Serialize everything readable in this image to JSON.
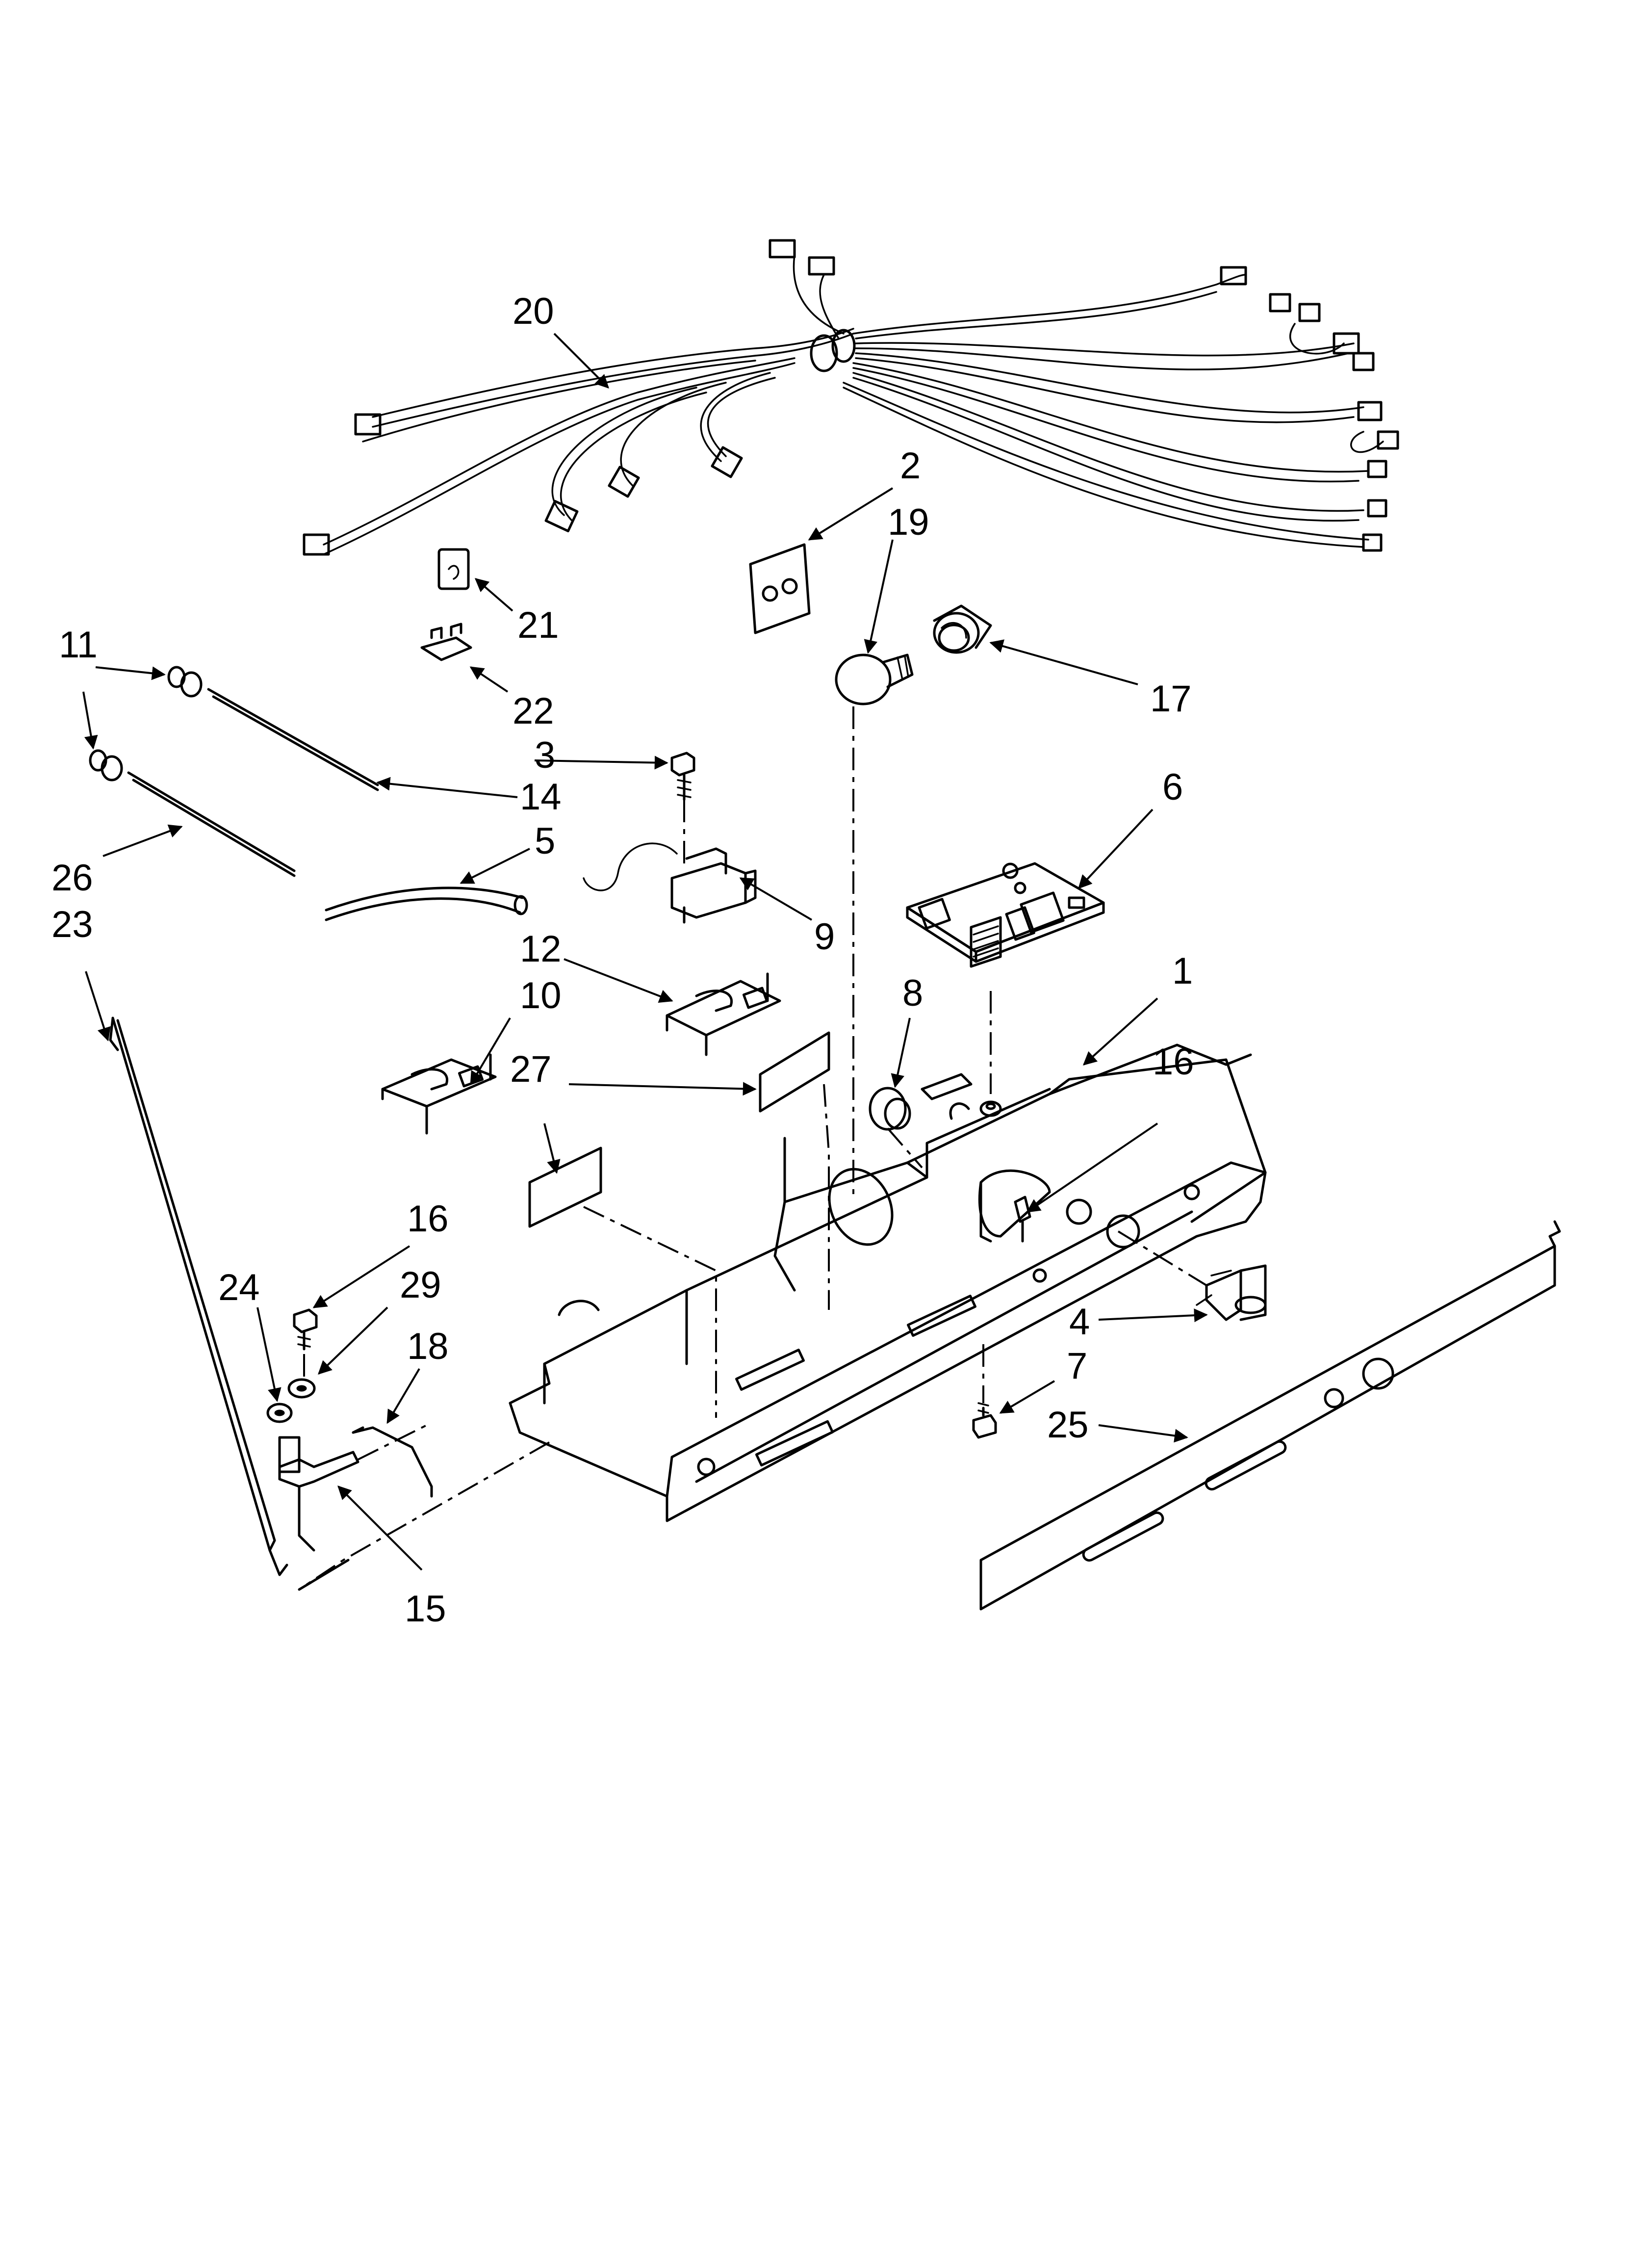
{
  "callouts": [
    "1",
    "2",
    "3",
    "4",
    "5",
    "6",
    "7",
    "8",
    "9",
    "10",
    "11",
    "12",
    "14",
    "15",
    "16",
    "16",
    "17",
    "18",
    "19",
    "20",
    "21",
    "22",
    "23",
    "24",
    "25",
    "26",
    "27",
    "29"
  ],
  "parts": [
    {
      "name": "wire-harness",
      "callout": "20"
    },
    {
      "name": "gasket",
      "callout": "2"
    },
    {
      "name": "light-bulb",
      "callout": "19"
    },
    {
      "name": "light-socket",
      "callout": "17"
    },
    {
      "name": "connector",
      "callout": "21"
    },
    {
      "name": "clip",
      "callout": "22"
    },
    {
      "name": "screw",
      "callout": "3"
    },
    {
      "name": "thermistor",
      "callout": "14"
    },
    {
      "name": "grommet",
      "callout": "11"
    },
    {
      "name": "thermistor",
      "callout": "26"
    },
    {
      "name": "tubing",
      "callout": "5"
    },
    {
      "name": "switch",
      "callout": "9"
    },
    {
      "name": "control-board",
      "callout": "6"
    },
    {
      "name": "damper-bracket",
      "callout": "12"
    },
    {
      "name": "damper-bracket",
      "callout": "10"
    },
    {
      "name": "label",
      "callout": "27"
    },
    {
      "name": "plug",
      "callout": "8"
    },
    {
      "name": "control-housing",
      "callout": "1"
    },
    {
      "name": "screw",
      "callout": "16"
    },
    {
      "name": "knob",
      "callout": "4"
    },
    {
      "name": "screw",
      "callout": "7"
    },
    {
      "name": "trim",
      "callout": "25"
    },
    {
      "name": "rod",
      "callout": "23"
    },
    {
      "name": "screw",
      "callout": "16"
    },
    {
      "name": "washer",
      "callout": "29"
    },
    {
      "name": "spacer",
      "callout": "24"
    },
    {
      "name": "spring",
      "callout": "18"
    },
    {
      "name": "bracket",
      "callout": "15"
    }
  ]
}
